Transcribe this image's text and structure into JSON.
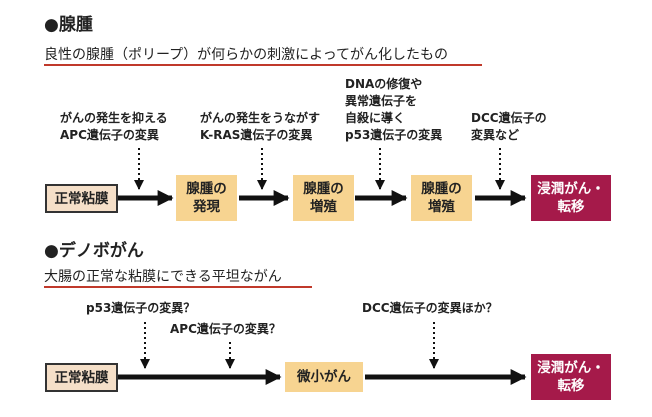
{
  "section1": {
    "heading": "●腺腫",
    "subtitle": "良性の腺腫（ポリープ）が何らかの刺激によってがん化したもの",
    "start_box": "正常粘膜",
    "stage1": [
      "腺腫の",
      "発現"
    ],
    "stage2": [
      "腺腫の",
      "増殖"
    ],
    "stage3": [
      "腺腫の",
      "増殖"
    ],
    "final_box": [
      "浸潤がん・",
      "転移"
    ],
    "notes": {
      "apc": [
        "がんの発生を抑える",
        "APC遺伝子の変異"
      ],
      "kras": [
        "がんの発生をうながす",
        "K-RAS遺伝子の変異"
      ],
      "p53": [
        "DNAの修復や",
        "異常遺伝子を",
        "自殺に導く",
        "p53遺伝子の変異"
      ],
      "dcc": [
        "DCC遺伝子の",
        "変異など"
      ]
    }
  },
  "section2": {
    "heading": "●デノボがん",
    "subtitle": "大腸の正常な粘膜にできる平坦ながん",
    "start_box": "正常粘膜",
    "stage_box": "微小がん",
    "final_box": [
      "浸潤がん・",
      "転移"
    ],
    "notes": {
      "p53": "p53遺伝子の変異？",
      "apc": "APC遺伝子の変異？",
      "dcc": "DCC遺伝子の変異ほか？"
    }
  },
  "colors": {
    "underline": "#c0392b",
    "start_box_fill": "#f5dfc8",
    "stage_box_fill": "#f7d491",
    "final_box_fill": "#a51a4a",
    "arrow": "#111111"
  }
}
